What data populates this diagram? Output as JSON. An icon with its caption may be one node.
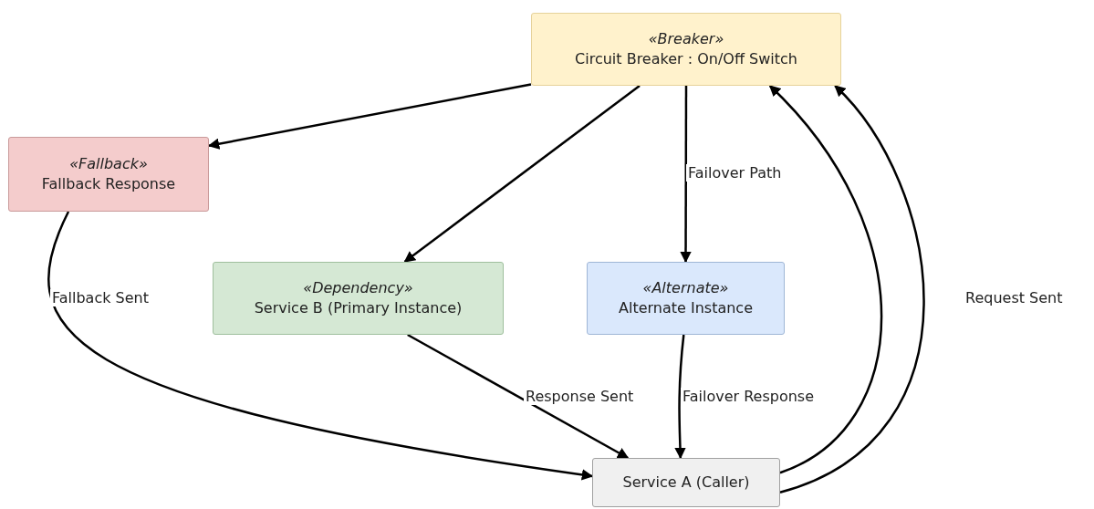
{
  "diagram": {
    "nodes": [
      {
        "text": [
          "«Breaker»",
          "Circuit Breaker : On/Off Switch"
        ]
      },
      {
        "text": [
          "«Fallback»",
          "Fallback Response"
        ]
      },
      {
        "text": [
          "«Dependency»",
          "Service B (Primary Instance)"
        ]
      },
      {
        "text": [
          "«Alternate»",
          "Alternate Instance"
        ]
      },
      {
        "text": [
          "Service A (Caller)"
        ]
      }
    ],
    "edges": [
      {
        "from": 0,
        "to": 1,
        "arrow": "to"
      },
      {
        "from": 0,
        "to": 2,
        "arrow": "to"
      },
      {
        "from": 0,
        "to": 3,
        "arrow": "to",
        "label": "Failover Path"
      },
      {
        "from": 1,
        "to": 4,
        "arrow": "to",
        "label": "Fallback Sent"
      },
      {
        "from": 2,
        "to": 4,
        "arrow": "to",
        "label": "Response Sent"
      },
      {
        "from": 3,
        "to": 4,
        "arrow": "to",
        "label": "Failover Response"
      },
      {
        "from": 4,
        "to": 0,
        "arrow": "to"
      },
      {
        "from": 4,
        "to": 0,
        "arrow": "to",
        "label": "Request Sent"
      }
    ]
  }
}
